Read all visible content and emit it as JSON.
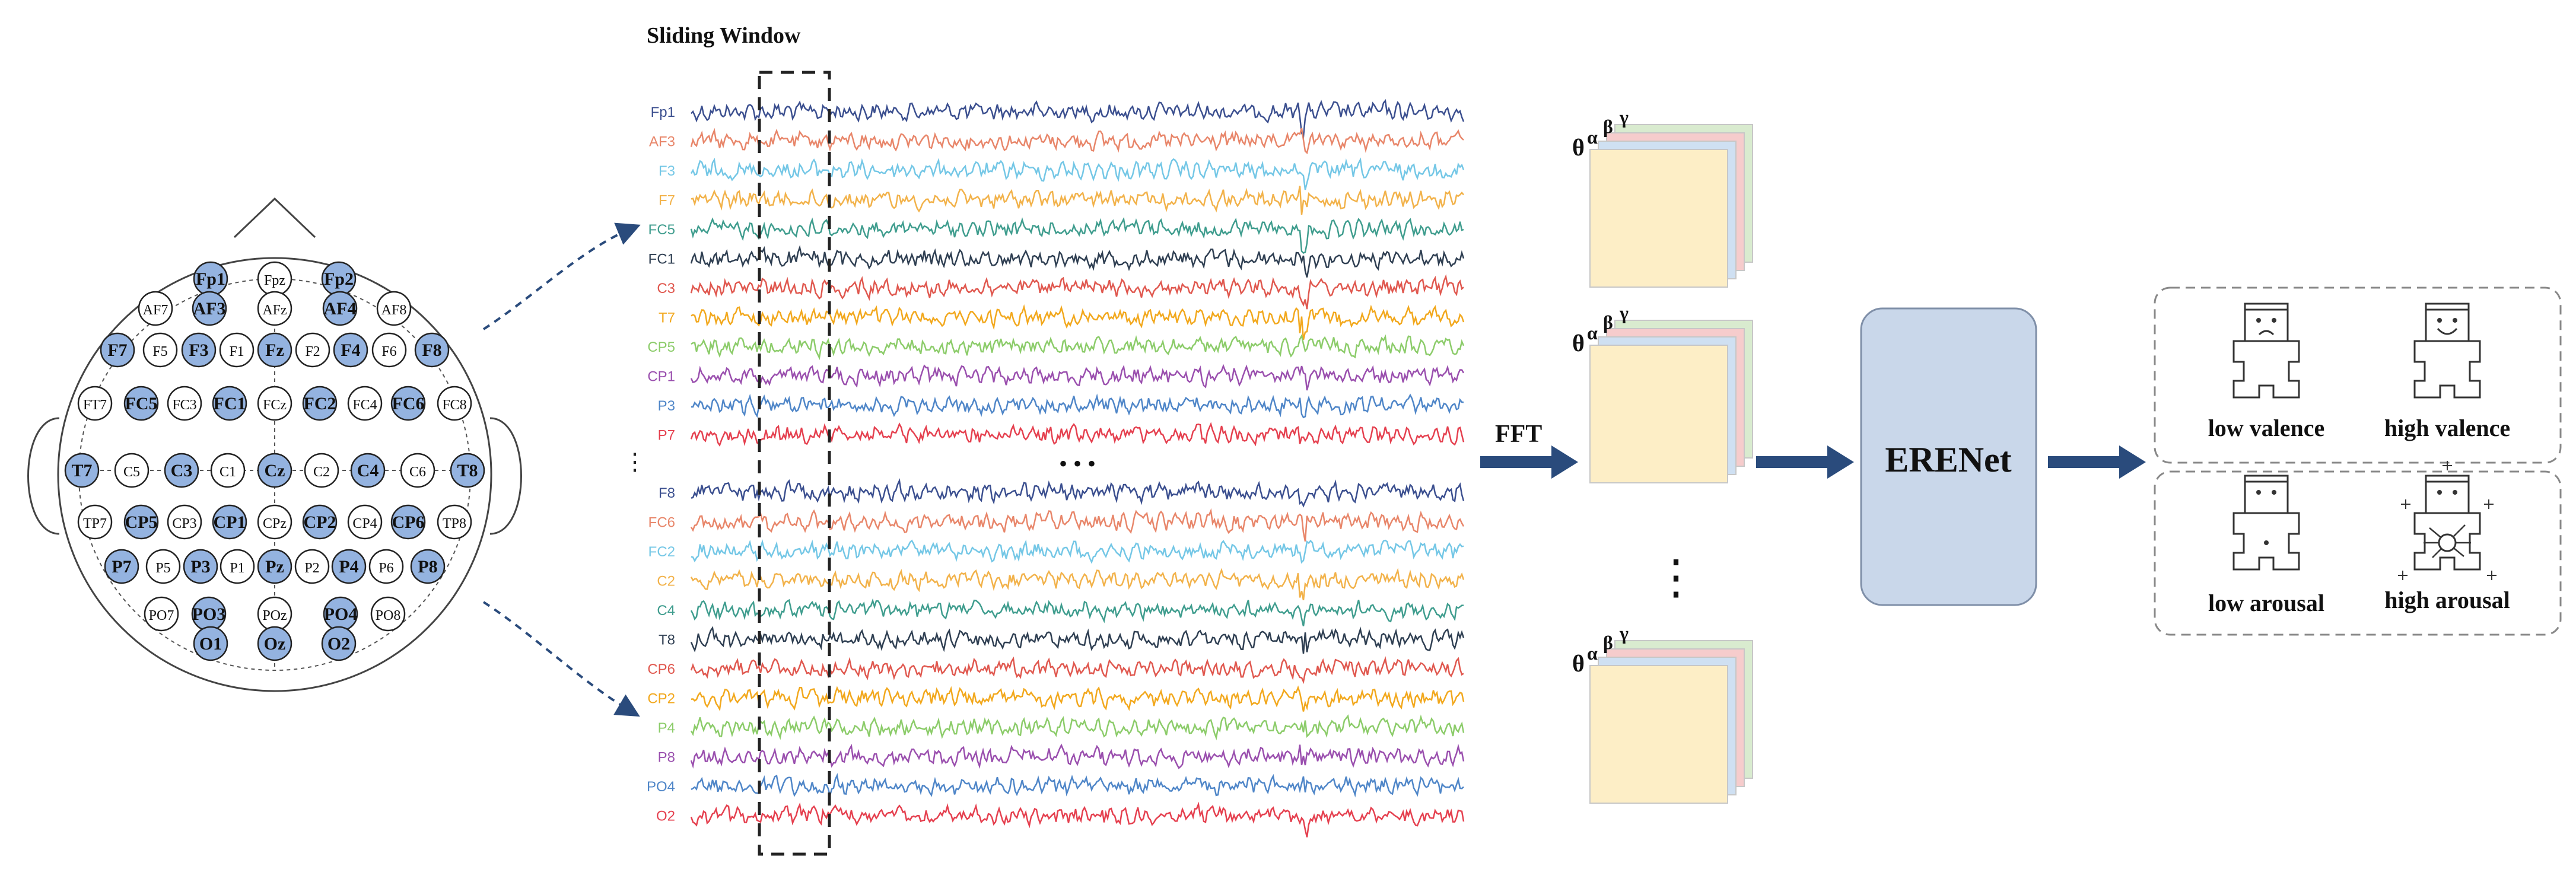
{
  "head": {
    "colors": {
      "selected": "#94b3e0",
      "unselected": "#ffffff",
      "stroke": "#222222"
    },
    "electrodes": [
      {
        "label": "Fp1",
        "selected": true
      },
      {
        "label": "Fpz",
        "selected": false
      },
      {
        "label": "Fp2",
        "selected": true
      },
      {
        "label": "AF7",
        "selected": false
      },
      {
        "label": "AF3",
        "selected": true
      },
      {
        "label": "AFz",
        "selected": false
      },
      {
        "label": "AF4",
        "selected": true
      },
      {
        "label": "AF8",
        "selected": false
      },
      {
        "label": "F7",
        "selected": true
      },
      {
        "label": "F5",
        "selected": false
      },
      {
        "label": "F3",
        "selected": true
      },
      {
        "label": "F1",
        "selected": false
      },
      {
        "label": "Fz",
        "selected": true
      },
      {
        "label": "F2",
        "selected": false
      },
      {
        "label": "F4",
        "selected": true
      },
      {
        "label": "F6",
        "selected": false
      },
      {
        "label": "F8",
        "selected": true
      },
      {
        "label": "FT7",
        "selected": false
      },
      {
        "label": "FC5",
        "selected": true
      },
      {
        "label": "FC3",
        "selected": false
      },
      {
        "label": "FC1",
        "selected": true
      },
      {
        "label": "FCz",
        "selected": false
      },
      {
        "label": "FC2",
        "selected": true
      },
      {
        "label": "FC4",
        "selected": false
      },
      {
        "label": "FC6",
        "selected": true
      },
      {
        "label": "FC8",
        "selected": false
      },
      {
        "label": "T7",
        "selected": true
      },
      {
        "label": "C5",
        "selected": false
      },
      {
        "label": "C3",
        "selected": true
      },
      {
        "label": "C1",
        "selected": false
      },
      {
        "label": "Cz",
        "selected": true
      },
      {
        "label": "C2",
        "selected": false
      },
      {
        "label": "C4",
        "selected": true
      },
      {
        "label": "C6",
        "selected": false
      },
      {
        "label": "T8",
        "selected": true
      },
      {
        "label": "TP7",
        "selected": false
      },
      {
        "label": "CP5",
        "selected": true
      },
      {
        "label": "CP3",
        "selected": false
      },
      {
        "label": "CP1",
        "selected": true
      },
      {
        "label": "CPz",
        "selected": false
      },
      {
        "label": "CP2",
        "selected": true
      },
      {
        "label": "CP4",
        "selected": false
      },
      {
        "label": "CP6",
        "selected": true
      },
      {
        "label": "TP8",
        "selected": false
      },
      {
        "label": "P7",
        "selected": true
      },
      {
        "label": "P5",
        "selected": false
      },
      {
        "label": "P3",
        "selected": true
      },
      {
        "label": "P1",
        "selected": false
      },
      {
        "label": "Pz",
        "selected": true
      },
      {
        "label": "P2",
        "selected": false
      },
      {
        "label": "P4",
        "selected": true
      },
      {
        "label": "P6",
        "selected": false
      },
      {
        "label": "P8",
        "selected": true
      },
      {
        "label": "PO7",
        "selected": false
      },
      {
        "label": "PO3",
        "selected": true
      },
      {
        "label": "POz",
        "selected": false
      },
      {
        "label": "PO4",
        "selected": true
      },
      {
        "label": "PO8",
        "selected": false
      },
      {
        "label": "O1",
        "selected": true
      },
      {
        "label": "Oz",
        "selected": true
      },
      {
        "label": "O2",
        "selected": true
      }
    ]
  },
  "signals": {
    "title": "Sliding Window",
    "ellipsis_h": "• • •",
    "ellipsis_v": "⋮",
    "channels_top": [
      {
        "label": "Fp1",
        "color": "#3b4f8f"
      },
      {
        "label": "AF3",
        "color": "#e8866a"
      },
      {
        "label": "F3",
        "color": "#74c7e6"
      },
      {
        "label": "F7",
        "color": "#f2b24a"
      },
      {
        "label": "FC5",
        "color": "#3f9d8e"
      },
      {
        "label": "FC1",
        "color": "#2f3f52"
      },
      {
        "label": "C3",
        "color": "#e0584f"
      },
      {
        "label": "T7",
        "color": "#f2a81d"
      },
      {
        "label": "CP5",
        "color": "#8ccc6a"
      },
      {
        "label": "CP1",
        "color": "#9a4fae"
      },
      {
        "label": "P3",
        "color": "#4f86c8"
      },
      {
        "label": "P7",
        "color": "#e5404f"
      }
    ],
    "channels_bottom": [
      {
        "label": "F8",
        "color": "#3b4f8f"
      },
      {
        "label": "FC6",
        "color": "#e8866a"
      },
      {
        "label": "FC2",
        "color": "#74c7e6"
      },
      {
        "label": "C2",
        "color": "#f2b24a"
      },
      {
        "label": "C4",
        "color": "#3f9d8e"
      },
      {
        "label": "T8",
        "color": "#2f3f52"
      },
      {
        "label": "CP6",
        "color": "#e0584f"
      },
      {
        "label": "CP2",
        "color": "#f2a81d"
      },
      {
        "label": "P4",
        "color": "#8ccc6a"
      },
      {
        "label": "P8",
        "color": "#9a4fae"
      },
      {
        "label": "PO4",
        "color": "#4f86c8"
      },
      {
        "label": "O2",
        "color": "#e5404f"
      }
    ]
  },
  "fft": {
    "label": "FFT",
    "band_labels": [
      "θ",
      "α",
      "β",
      "γ"
    ],
    "layer_colors": [
      "#d9ebcf",
      "#f6cccc",
      "#cfe0f2",
      "#fdeec6"
    ]
  },
  "model": {
    "label": "ERENet",
    "fill": "#c9d7ea"
  },
  "arrow_color": "#2a4b7c",
  "outputs": [
    {
      "label": "low valence"
    },
    {
      "label": "high valence"
    },
    {
      "label": "low arousal"
    },
    {
      "label": "high arousal"
    }
  ]
}
